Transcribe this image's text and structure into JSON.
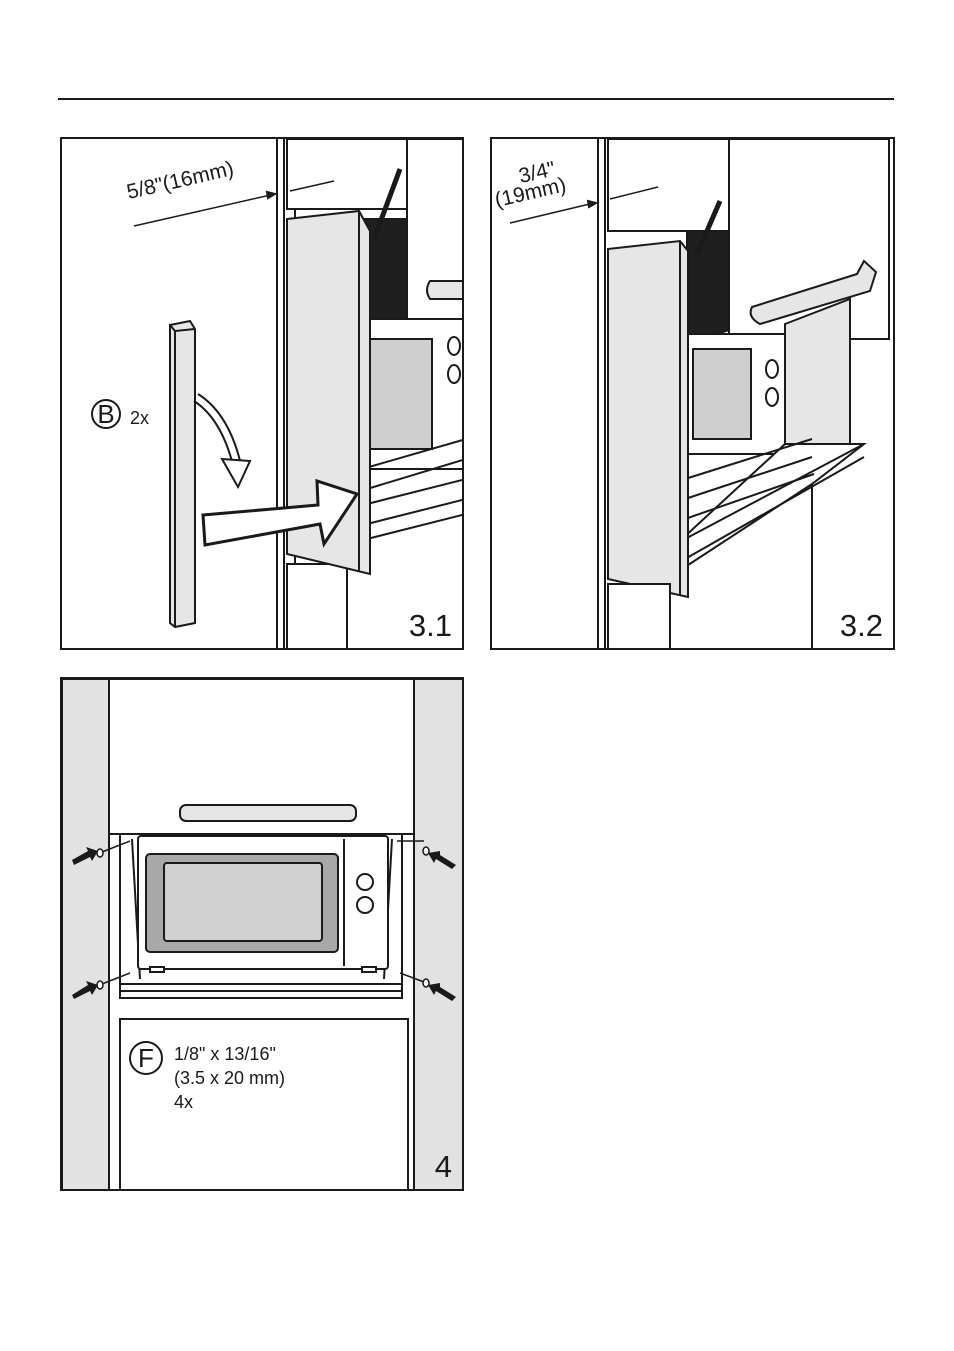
{
  "figures": {
    "fig31": {
      "number": "3.1",
      "dimension": "5/8\"(16mm)",
      "part_letter": "B",
      "part_count": "2x"
    },
    "fig32": {
      "number": "3.2",
      "dimension_line1": "3/4\"",
      "dimension_line2": "(19mm)"
    },
    "fig4": {
      "number": "4",
      "part_letter": "F",
      "screw_size_imperial": "1/8\" x 13/16\"",
      "screw_size_metric": "(3.5 x 20 mm)",
      "screw_count": "4x"
    }
  },
  "colors": {
    "line": "#1a1a1a",
    "panel_fill": "#e6e6e6",
    "glass": "#cfcfcf",
    "dark_cavity": "#1f1f1f",
    "wall_fill": "#e2e2e2"
  }
}
